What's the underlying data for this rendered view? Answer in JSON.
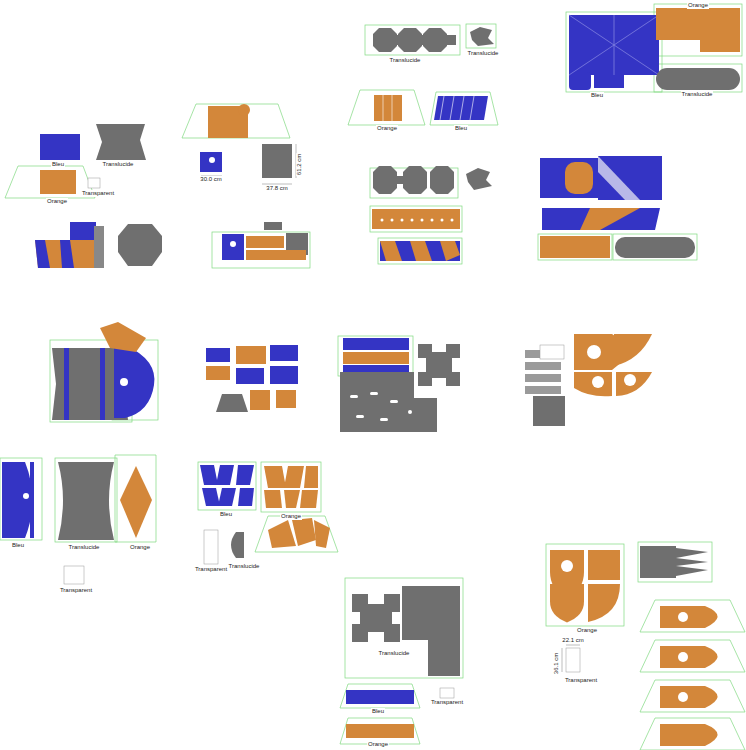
{
  "diagram": {
    "labels": [
      "Translucide",
      "Translucide",
      "Orange",
      "Bleu",
      "Bleu",
      "Orange",
      "Translucide",
      "Bleu",
      "Translucide",
      "Transparent",
      "Orange",
      "30.0 cm",
      "37.8 cm",
      "61.2 cm",
      "Bleu",
      "Translucide",
      "Orange",
      "Transparent",
      "Bleu",
      "Orange",
      "Transparent",
      "Translucide",
      "Translucide",
      "Bleu",
      "Transparent",
      "Orange",
      "Orange",
      "22.1 cm",
      "36.1 cm",
      "Transparent"
    ]
  }
}
